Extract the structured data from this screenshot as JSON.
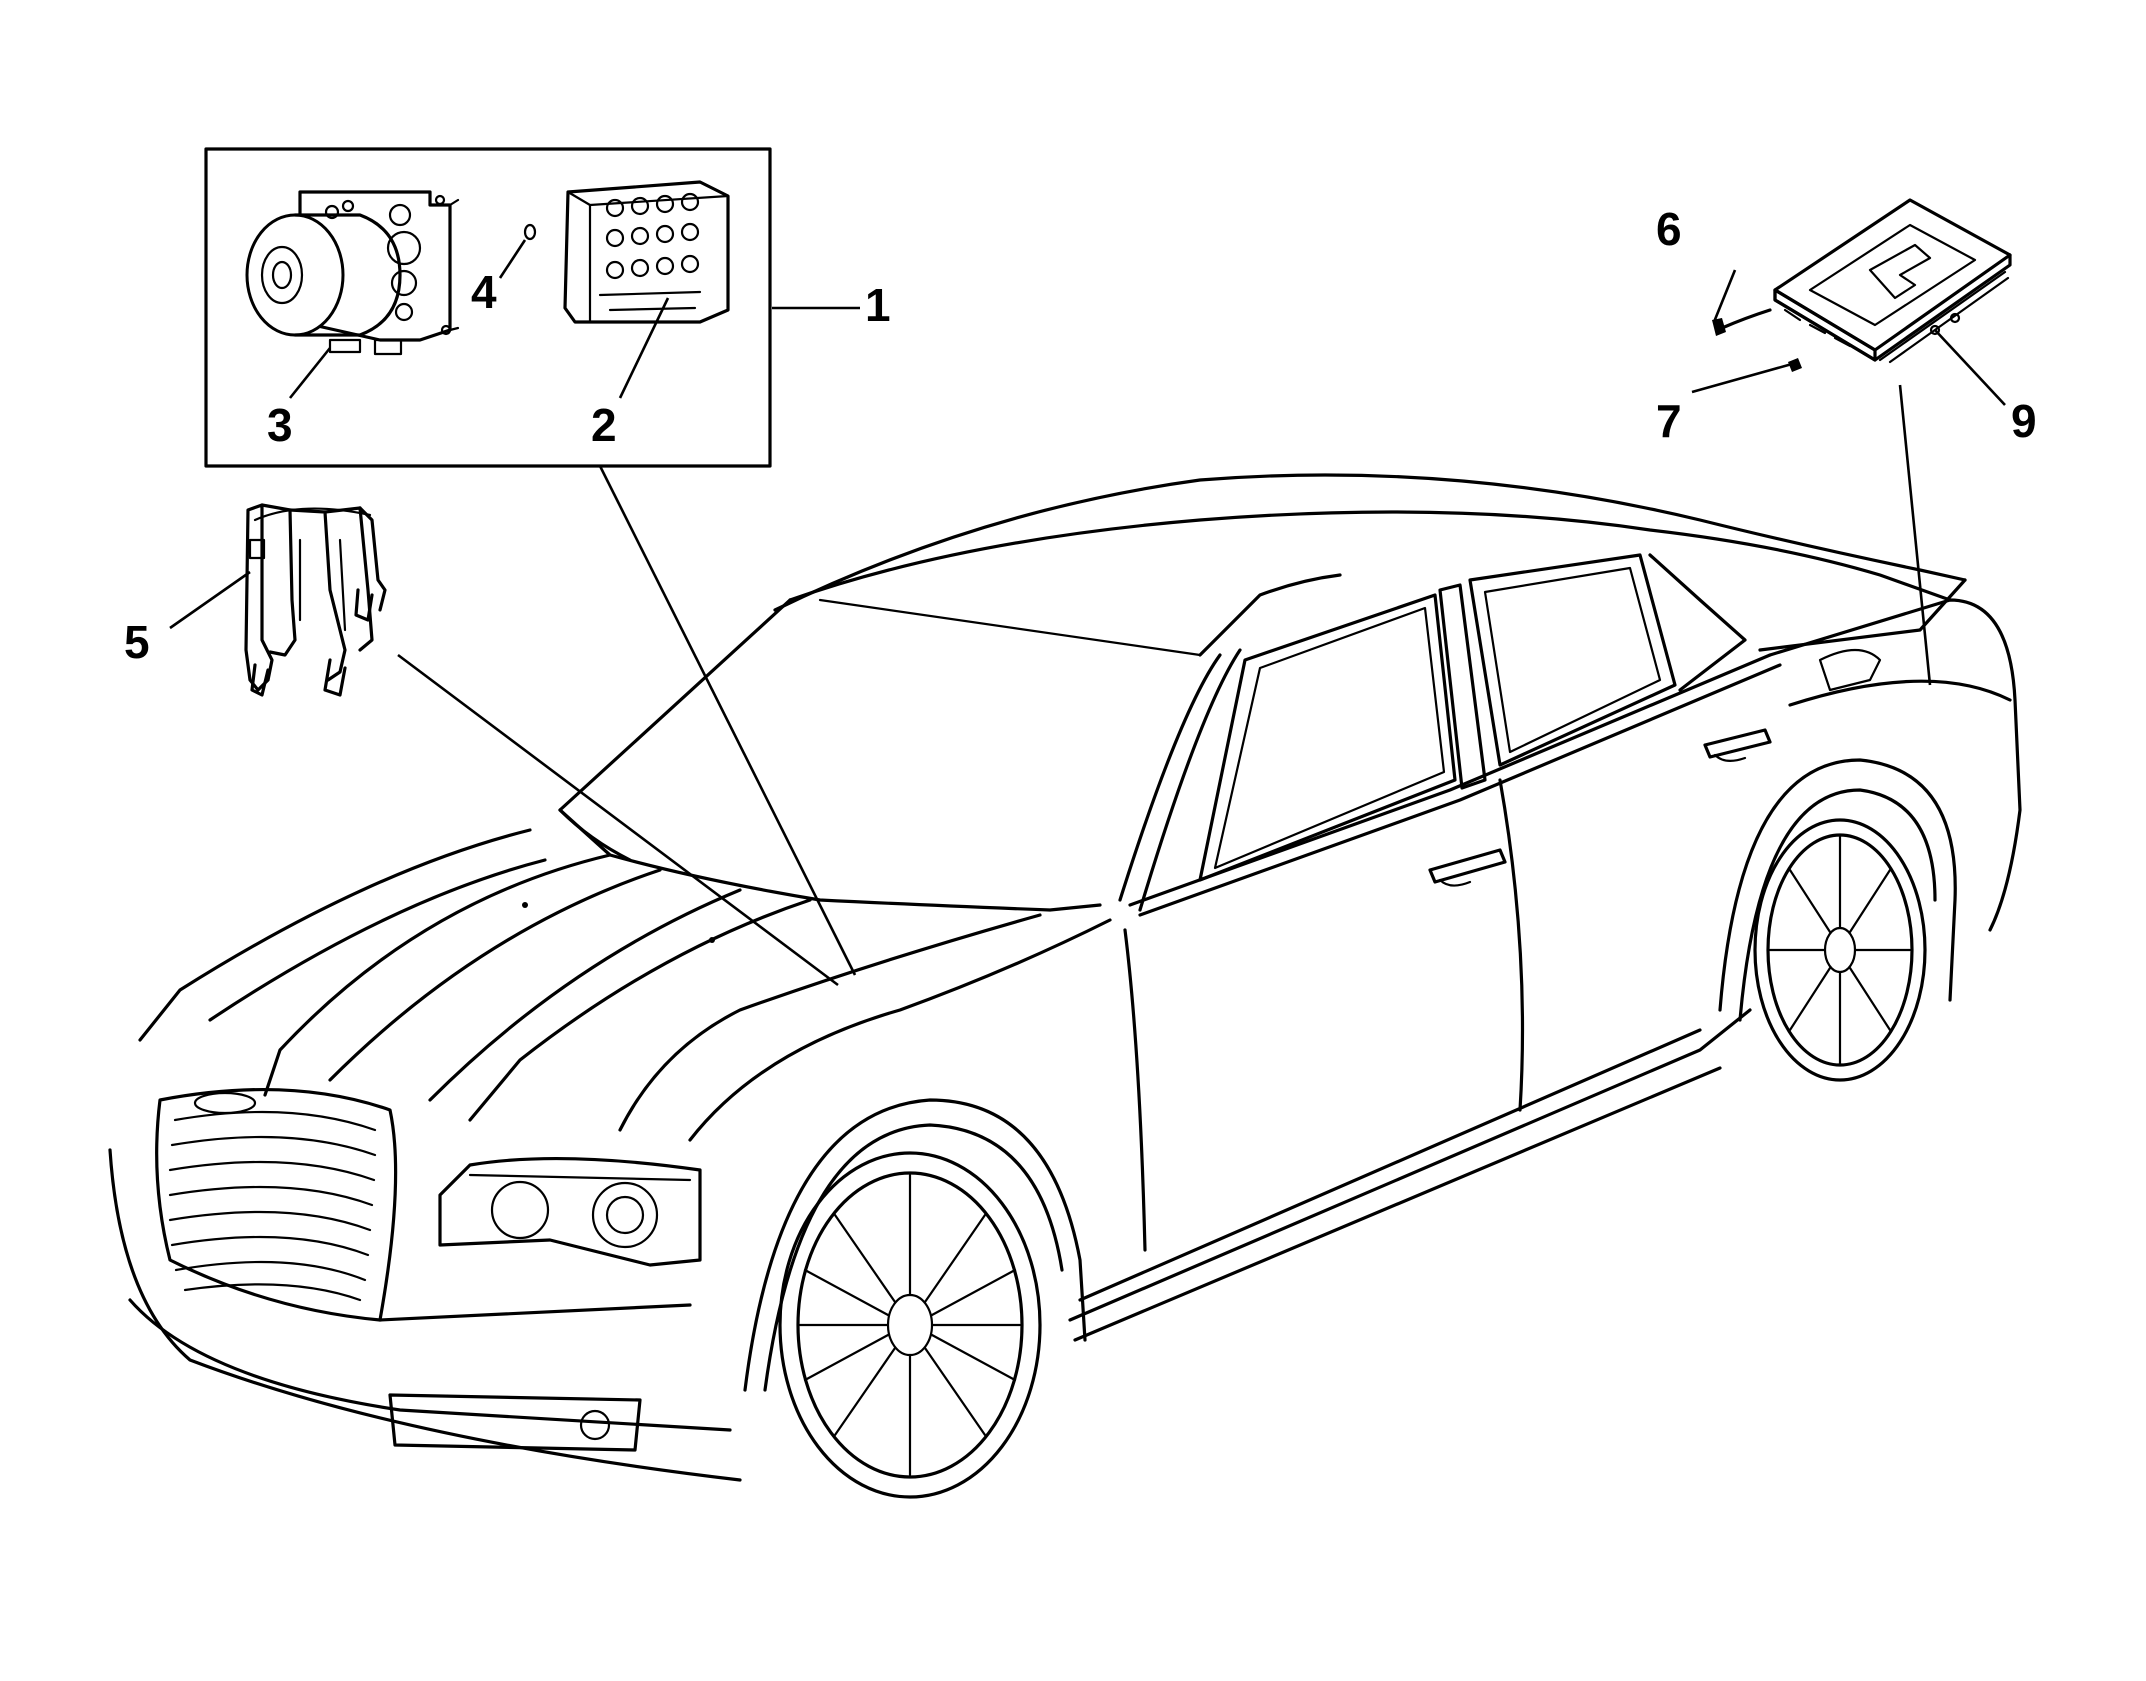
{
  "callouts": {
    "c1": "1",
    "c2": "2",
    "c3": "3",
    "c4": "4",
    "c5": "5",
    "c6": "6",
    "c7": "7",
    "c9": "9"
  },
  "colors": {
    "line": "#000000",
    "background": "#ffffff"
  },
  "icons": {
    "hcu_assembly": "abs-module-icon",
    "valve_block": "hydraulic-control-unit-icon",
    "sensor": "wheel-speed-sensor-icon",
    "module": "electronic-control-module-icon",
    "vehicle": "sedan-car-icon"
  }
}
